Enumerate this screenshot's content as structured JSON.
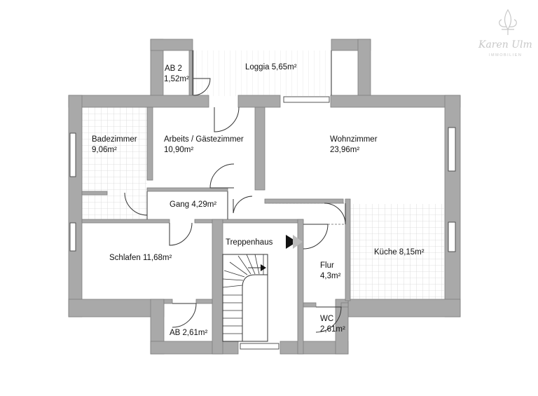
{
  "rooms": {
    "loggia": "Loggia 5,65m²",
    "ab2_name": "AB 2",
    "ab2_area": "1,52m²",
    "bad_name": "Badezimmer",
    "bad_area": "9,06m²",
    "arbeits_name": "Arbeits / Gästezimmer",
    "arbeits_area": "10,90m²",
    "wohn_name": "Wohnzimmer",
    "wohn_area": "23,96m²",
    "gang": "Gang 4,29m²",
    "treppe": "Treppenhaus",
    "kueche": "Küche 8,15m²",
    "schlafen": "Schlafen 11,68m²",
    "flur_name": "Flur",
    "flur_area": "4,3m²",
    "ab_small": "AB 2,61m²",
    "wc_name": "WC",
    "wc_area": "2,61m²"
  },
  "logo": {
    "name": "Karen Ulm",
    "sub": "IMMOBILIEN"
  },
  "colors": {
    "wall": "#a9a9a9",
    "wall_edge": "#7d7d7d",
    "tile": "#d8d8d8",
    "line": "#333333"
  }
}
